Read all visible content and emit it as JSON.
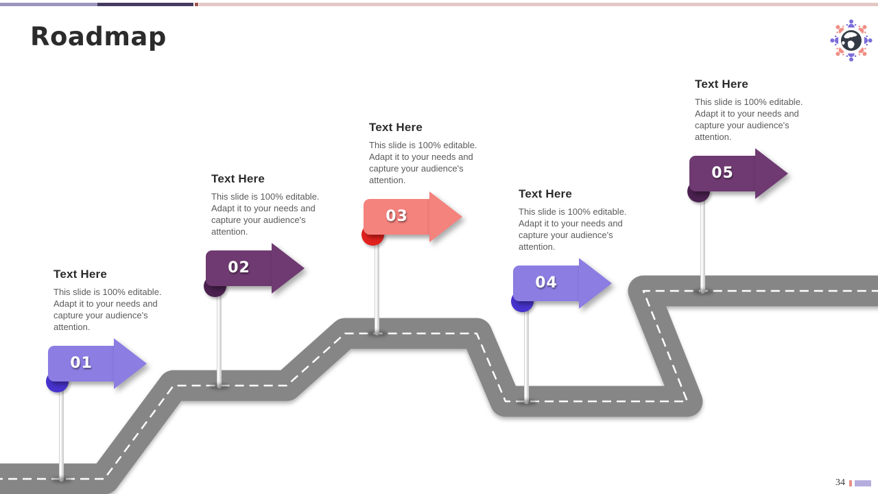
{
  "slide": {
    "title": "Roadmap",
    "page_number": "34"
  },
  "top_bar": {
    "segment1_color": "#9c95bd",
    "segment2_color": "#463b5f",
    "segment3_color": "#a0524c",
    "segment4_color": "#e3c8c6"
  },
  "logo": {
    "globe_color": "#333a45",
    "land_color": "#ffffff",
    "person_color_primary": "#7b6ed8",
    "person_color_secondary": "#ef8e85"
  },
  "road": {
    "color": "#868686",
    "dash_color": "#ffffff"
  },
  "milestones": [
    {
      "number": "01",
      "title": "Text Here",
      "description": "This slide is 100% editable. Adapt it to your needs and capture your audience's attention.",
      "flag_color": "#8b7de2",
      "curl_color": "#4733cd"
    },
    {
      "number": "02",
      "title": "Text Here",
      "description": "This slide is 100% editable. Adapt it to your needs and capture your audience's attention.",
      "flag_color": "#6e3a71",
      "curl_color": "#4b2150"
    },
    {
      "number": "03",
      "title": "Text Here",
      "description": "This slide is 100% editable. Adapt it to your needs and capture your audience's attention.",
      "flag_color": "#f4827d",
      "curl_color": "#e2211d"
    },
    {
      "number": "04",
      "title": "Text Here",
      "description": "This slide is 100% editable. Adapt it to your needs and capture your audience's attention.",
      "flag_color": "#8b7de2",
      "curl_color": "#4733cd"
    },
    {
      "number": "05",
      "title": "Text Here",
      "description": "This slide is 100% editable. Adapt it to your needs and capture your audience's attention.",
      "flag_color": "#6e3a71",
      "curl_color": "#4b2150"
    }
  ],
  "footer": {
    "tick_color": "#e78f88",
    "bar_color": "#b6addf"
  }
}
